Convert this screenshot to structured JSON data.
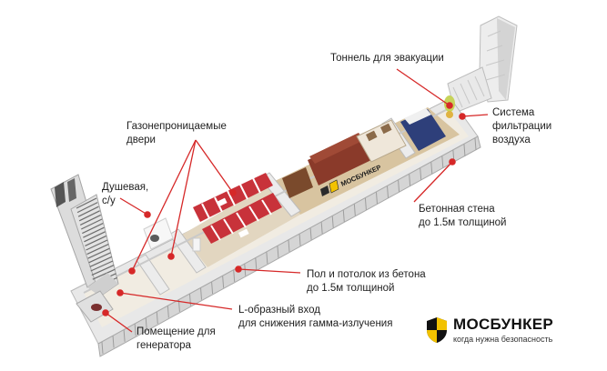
{
  "labels": {
    "tunnel": "Тоннель для эвакуации",
    "filter_l1": "Система",
    "filter_l2": "фильтрации",
    "filter_l3": "воздуха",
    "doors_l1": "Газонепроницаемые",
    "doors_l2": "двери",
    "shower_l1": "Душевая,",
    "shower_l2": "с/у",
    "wall_l1": "Бетонная стена",
    "wall_l2": "до 1.5м толщиной",
    "floor_l1": "Пол и потолок из бетона",
    "floor_l2": "до 1.5м толщиной",
    "entrance_l1": "L-образный вход",
    "entrance_l2": "для снижения гамма-излучения",
    "generator_l1": "Помещение для",
    "generator_l2": "генератора"
  },
  "model_sign": "МОСБУНКЕР",
  "logo": {
    "name": "МОСБУНКЕР",
    "tagline": "когда нужна безопасность"
  },
  "colors": {
    "marker": "#d62828",
    "concrete": "#e6e6e6",
    "floor": "#d8c4a0",
    "bed": "#c8323a",
    "sofa": "#8a3a2a",
    "logo_yellow": "#f2c200"
  }
}
